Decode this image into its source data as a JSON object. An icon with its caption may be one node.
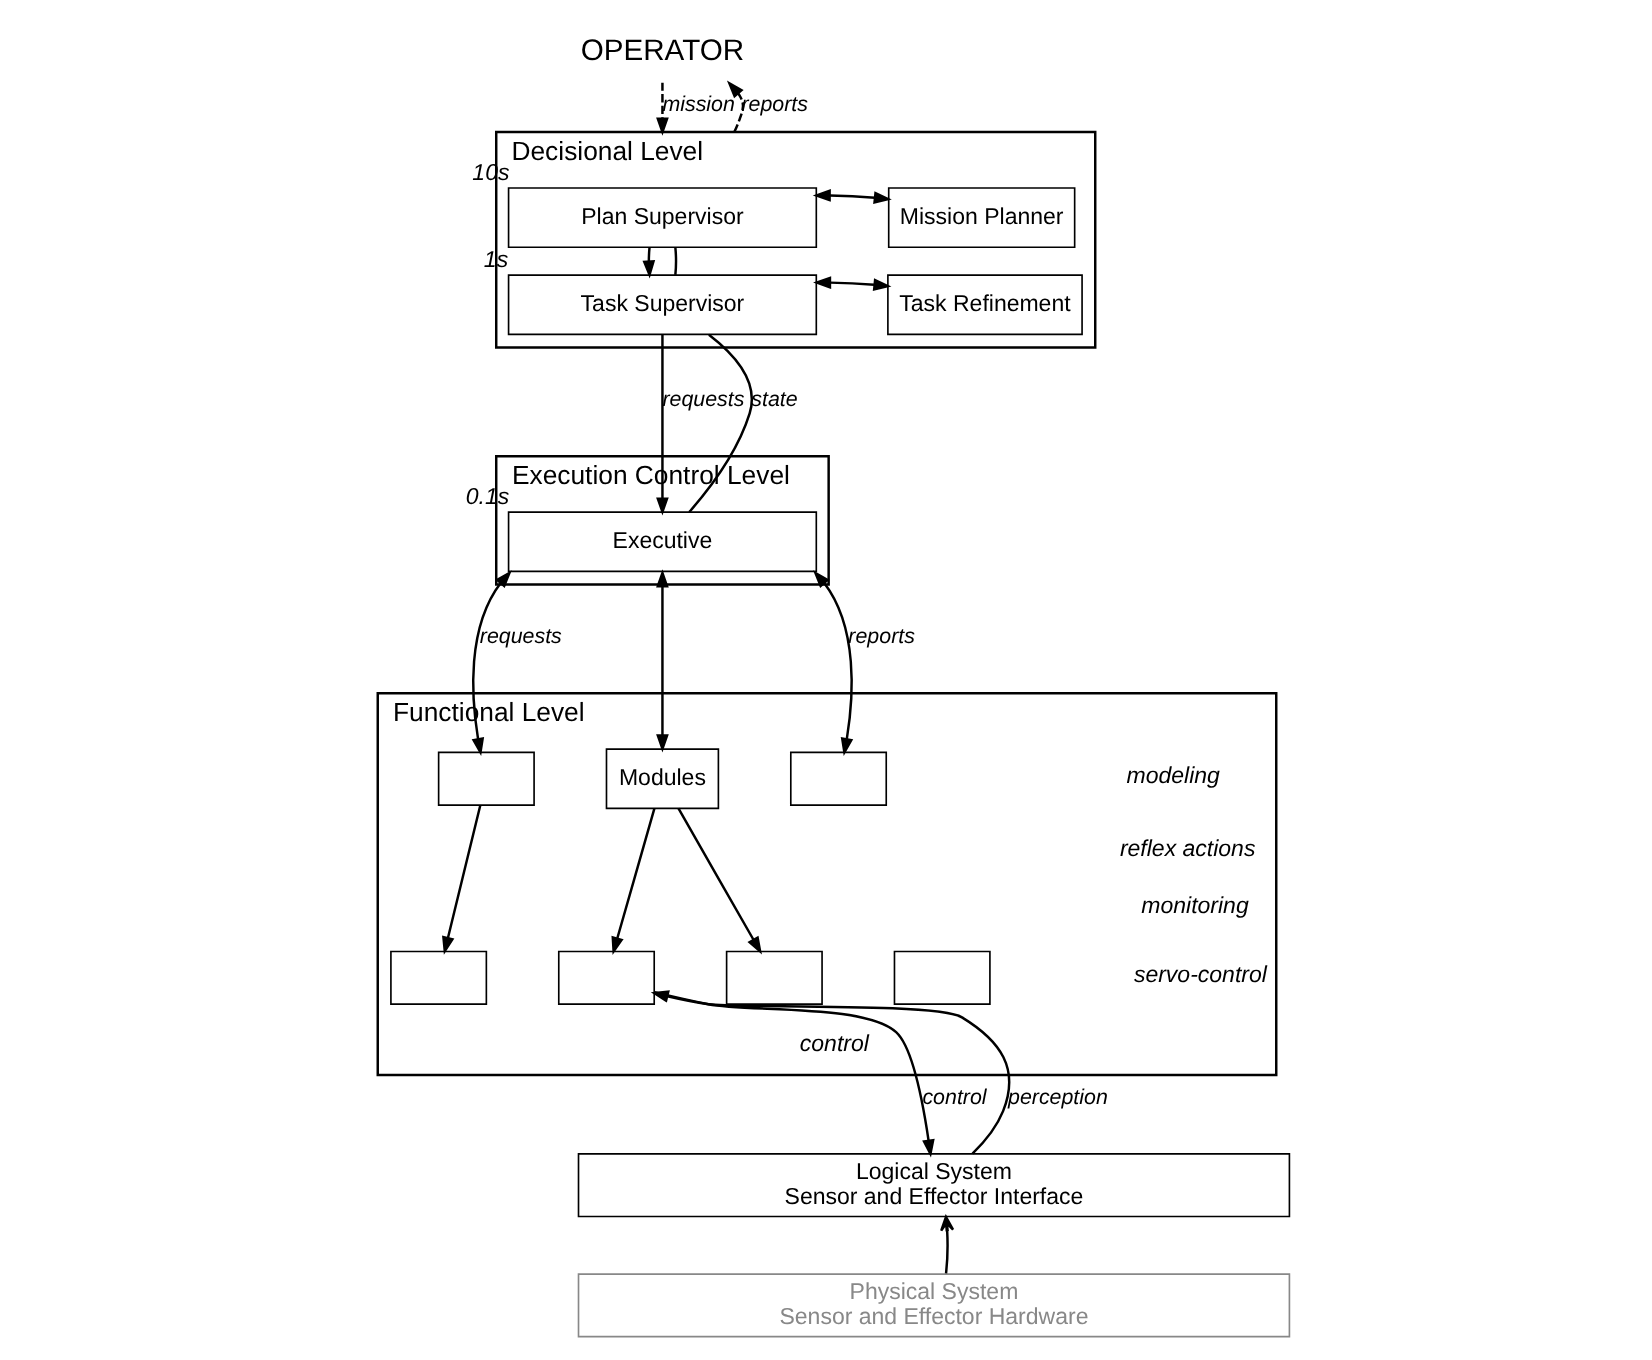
{
  "diagram": {
    "nodes": [
      {
        "text": [
          "OPERATOR"
        ]
      },
      {
        "text": [
          "Decisional Level"
        ]
      },
      {
        "text": [
          "Plan Supervisor"
        ],
        "in": 1,
        "beside": [
          "10s"
        ]
      },
      {
        "text": [
          "Mission Planner"
        ],
        "in": 1
      },
      {
        "text": [
          "Task Supervisor"
        ],
        "in": 1,
        "beside": [
          "1s"
        ]
      },
      {
        "text": [
          "Task Refinement"
        ],
        "in": 1
      },
      {
        "text": [
          "Execution Control Level"
        ]
      },
      {
        "text": [
          "Executive"
        ],
        "in": 6,
        "beside": [
          "0.1s"
        ]
      },
      {
        "text": [
          "Functional Level"
        ]
      },
      {
        "text": [],
        "shape": "box",
        "in": 8
      },
      {
        "text": [
          "Modules"
        ],
        "in": 8
      },
      {
        "text": [],
        "shape": "box",
        "in": 8
      },
      {
        "text": [],
        "shape": "box",
        "in": 8
      },
      {
        "text": [],
        "shape": "box",
        "in": 8
      },
      {
        "text": [],
        "shape": "box",
        "in": 8
      },
      {
        "text": [],
        "shape": "box",
        "in": 8
      },
      {
        "text": [
          "Logical System",
          "Sensor and Effector Interface"
        ]
      },
      {
        "text": [
          "Physical System",
          "Sensor and Effector Hardware"
        ]
      }
    ],
    "edges": [
      {
        "from": 0,
        "to": 1,
        "arrow": "to",
        "label": "mission",
        "style": "dashed"
      },
      {
        "from": 1,
        "to": 0,
        "arrow": "to",
        "label": "reports",
        "style": "dashed"
      },
      {
        "from": 2,
        "to": 3,
        "arrow": "both"
      },
      {
        "from": 4,
        "to": 5,
        "arrow": "both"
      },
      {
        "from": 2,
        "to": 4,
        "arrow": "to"
      },
      {
        "from": 4,
        "to": 2,
        "arrow": "none"
      },
      {
        "from": 4,
        "to": 7,
        "arrow": "to",
        "label": "requests"
      },
      {
        "from": 7,
        "to": 4,
        "arrow": "none",
        "label": "state"
      },
      {
        "from": 7,
        "to": 9,
        "arrow": "both",
        "label": "requests"
      },
      {
        "from": 7,
        "to": 10,
        "arrow": "both"
      },
      {
        "from": 7,
        "to": 11,
        "arrow": "both",
        "label": "reports"
      },
      {
        "from": 9,
        "to": 12,
        "arrow": "to"
      },
      {
        "from": 10,
        "to": 13,
        "arrow": "to"
      },
      {
        "from": 10,
        "to": 14,
        "arrow": "to"
      },
      {
        "from": 16,
        "to": 13,
        "arrow": "to",
        "label": "perception"
      },
      {
        "from": 13,
        "to": 16,
        "arrow": "to",
        "label": "control"
      },
      {
        "from": 17,
        "to": 16,
        "arrow": "to",
        "color": "#000000"
      }
    ],
    "labels": [
      "modeling",
      "reflex actions",
      "monitoring",
      "servo-control",
      "control"
    ]
  }
}
